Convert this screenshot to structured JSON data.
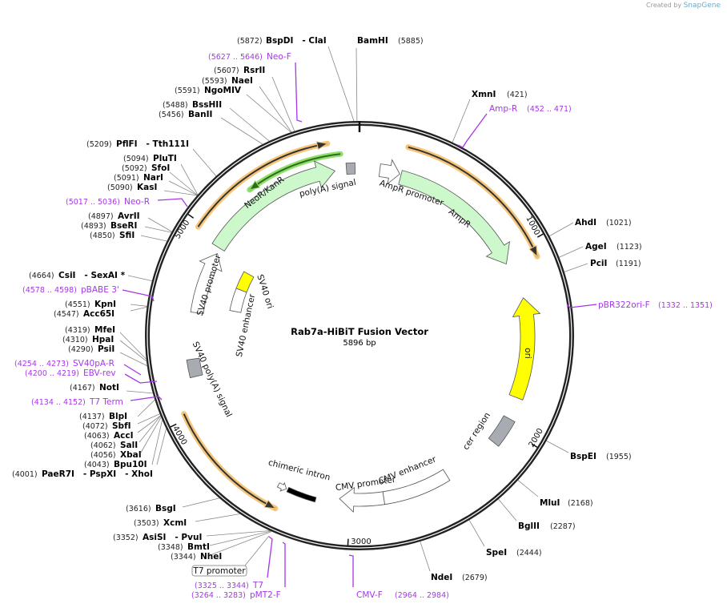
{
  "credit": {
    "prefix": "Created by",
    "brand": "SnapGene"
  },
  "plasmid": {
    "name": "Rab7a-HiBiT Fusion Vector",
    "length": "5896 bp",
    "total_bp": 5896
  },
  "ticks": [
    "1000",
    "2000",
    "3000",
    "4000",
    "5000"
  ],
  "colors": {
    "backbone": "#222222",
    "primer": "#a637e8",
    "orf": "#ccf8cc",
    "ori": "#ffff00",
    "misc": "#a8acb2",
    "orange": "#f5c67a",
    "neo_line": "#8fe06a"
  },
  "sites": [
    {
      "name": "BspDI   - ClaI",
      "pos": "(5872)",
      "bp": 5872
    },
    {
      "name": "BamHI",
      "pos": "(5885)",
      "bp": 5885
    },
    {
      "name": "RsrII",
      "pos": "(5607)",
      "bp": 5607
    },
    {
      "name": "NaeI",
      "pos": "(5593)",
      "bp": 5593
    },
    {
      "name": "NgoMIV",
      "pos": "(5591)",
      "bp": 5591
    },
    {
      "name": "BssHII",
      "pos": "(5488)",
      "bp": 5488
    },
    {
      "name": "BanII",
      "pos": "(5456)",
      "bp": 5456
    },
    {
      "name": "PflFI   - Tth111I",
      "pos": "(5209)",
      "bp": 5209
    },
    {
      "name": "PluTI",
      "pos": "(5094)",
      "bp": 5094
    },
    {
      "name": "SfoI",
      "pos": "(5092)",
      "bp": 5092
    },
    {
      "name": "NarI",
      "pos": "(5091)",
      "bp": 5091
    },
    {
      "name": "KasI",
      "pos": "(5090)",
      "bp": 5090
    },
    {
      "name": "AvrII",
      "pos": "(4897)",
      "bp": 4897
    },
    {
      "name": "BseRI",
      "pos": "(4893)",
      "bp": 4893
    },
    {
      "name": "SfiI",
      "pos": "(4850)",
      "bp": 4850
    },
    {
      "name": "CsiI   - SexAI *",
      "pos": "(4664)",
      "bp": 4664
    },
    {
      "name": "KpnI",
      "pos": "(4551)",
      "bp": 4551
    },
    {
      "name": "Acc65I",
      "pos": "(4547)",
      "bp": 4547
    },
    {
      "name": "MfeI",
      "pos": "(4319)",
      "bp": 4319
    },
    {
      "name": "HpaI",
      "pos": "(4310)",
      "bp": 4310
    },
    {
      "name": "PsiI",
      "pos": "(4290)",
      "bp": 4290
    },
    {
      "name": "NotI",
      "pos": "(4167)",
      "bp": 4167
    },
    {
      "name": "BlpI",
      "pos": "(4137)",
      "bp": 4137
    },
    {
      "name": "SbfI",
      "pos": "(4072)",
      "bp": 4072
    },
    {
      "name": "AccI",
      "pos": "(4063)",
      "bp": 4063
    },
    {
      "name": "SalI",
      "pos": "(4062)",
      "bp": 4062
    },
    {
      "name": "XbaI",
      "pos": "(4056)",
      "bp": 4056
    },
    {
      "name": "Bpu10I",
      "pos": "(4043)",
      "bp": 4043
    },
    {
      "name": "PaeR7I   - PspXI   - XhoI",
      "pos": "(4001)",
      "bp": 4001
    },
    {
      "name": "BsgI",
      "pos": "(3616)",
      "bp": 3616
    },
    {
      "name": "XcmI",
      "pos": "(3503)",
      "bp": 3503
    },
    {
      "name": "AsiSI   - PvuI",
      "pos": "(3352)",
      "bp": 3352
    },
    {
      "name": "BmtI",
      "pos": "(3348)",
      "bp": 3348
    },
    {
      "name": "NheI",
      "pos": "(3344)",
      "bp": 3344
    },
    {
      "name": "NdeI",
      "pos": "(2679)",
      "bp": 2679
    },
    {
      "name": "SpeI",
      "pos": "(2444)",
      "bp": 2444
    },
    {
      "name": "BglII",
      "pos": "(2287)",
      "bp": 2287
    },
    {
      "name": "MluI",
      "pos": "(2168)",
      "bp": 2168
    },
    {
      "name": "BspEI",
      "pos": "(1955)",
      "bp": 1955
    },
    {
      "name": "PciI",
      "pos": "(1191)",
      "bp": 1191
    },
    {
      "name": "AgeI",
      "pos": "(1123)",
      "bp": 1123
    },
    {
      "name": "AhdI",
      "pos": "(1021)",
      "bp": 1021
    },
    {
      "name": "XmnI",
      "pos": "(421)",
      "bp": 421
    }
  ],
  "primers": [
    {
      "name": "Neo-F",
      "range": "(5627 .. 5646)"
    },
    {
      "name": "Neo-R",
      "range": "(5017 .. 5036)"
    },
    {
      "name": "pBABE 3'",
      "range": "(4578 .. 4598)"
    },
    {
      "name": "SV40pA-R",
      "range": "(4254 .. 4273)"
    },
    {
      "name": "EBV-rev",
      "range": "(4200 .. 4219)"
    },
    {
      "name": "T7 Term",
      "range": "(4134 .. 4152)"
    },
    {
      "name": "T7",
      "range": "(3325 .. 3344)"
    },
    {
      "name": "pMT2-F",
      "range": "(3264 .. 3283)"
    },
    {
      "name": "CMV-F",
      "range": "(2964 .. 2984)"
    },
    {
      "name": "pBR322ori-F",
      "range": "(1332 .. 1351)"
    },
    {
      "name": "Amp-R",
      "range": "(452 .. 471)"
    }
  ],
  "features": [
    {
      "name": "NeoR/KanR",
      "type": "orf"
    },
    {
      "name": "poly(A) signal",
      "type": "misc"
    },
    {
      "name": "AmpR promoter",
      "type": "promoter"
    },
    {
      "name": "AmpR",
      "type": "orf"
    },
    {
      "name": "ori",
      "type": "ori"
    },
    {
      "name": "cer region",
      "type": "misc"
    },
    {
      "name": "CMV enhancer",
      "type": "enhancer"
    },
    {
      "name": "CMV promoter",
      "type": "promoter"
    },
    {
      "name": "chimeric intron",
      "type": "intron"
    },
    {
      "name": "SV40 poly(A) signal",
      "type": "misc"
    },
    {
      "name": "SV40 promoter",
      "type": "promoter"
    },
    {
      "name": "SV40 enhancer",
      "type": "enhancer"
    },
    {
      "name": "SV40 ori",
      "type": "ori"
    }
  ],
  "callouts": {
    "t7_promoter": "T7 promoter"
  }
}
